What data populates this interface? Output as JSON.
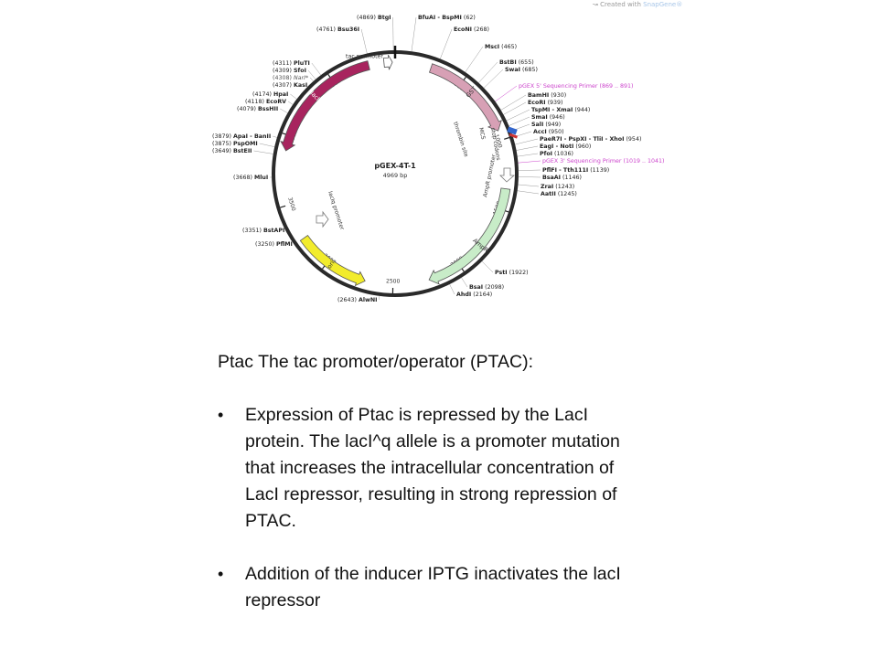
{
  "credit": {
    "prefix": "Created with",
    "brand": "SnapGene",
    "mark": "®"
  },
  "plasmid": {
    "name": "pGEX-4T-1",
    "size": "4969 bp",
    "total_bp": 4969,
    "ticks": [
      {
        "bp": 500,
        "label": "500"
      },
      {
        "bp": 1000,
        "label": "1000"
      },
      {
        "bp": 1500,
        "label": "1500"
      },
      {
        "bp": 2000,
        "label": "2000"
      },
      {
        "bp": 2500,
        "label": "2500"
      },
      {
        "bp": 3000,
        "label": "3000"
      },
      {
        "bp": 3500,
        "label": "3500"
      },
      {
        "bp": 4000,
        "label": "4000"
      },
      {
        "bp": 4500,
        "label": "4500"
      }
    ],
    "features": [
      {
        "id": "gst",
        "label": "GST",
        "start": 258,
        "end": 930,
        "dir": 1,
        "color": "#d7a0b5"
      },
      {
        "id": "ampr",
        "label": "AmpR",
        "start": 1350,
        "end": 2240,
        "dir": 1,
        "color": "#c8ecc8"
      },
      {
        "id": "ori",
        "label": "ori",
        "start": 2700,
        "end": 3240,
        "dir": -1,
        "color": "#f2ec2c"
      },
      {
        "id": "laci",
        "label": "lacI",
        "start": 3890,
        "end": 4780,
        "dir": -1,
        "color": "#a8245e"
      },
      {
        "id": "tac",
        "label": "tac promoter",
        "start": 4890,
        "end": 4950,
        "dir": 1,
        "color": "#ffffff"
      }
    ],
    "inner_labels": [
      {
        "id": "thrombin",
        "text": "thrombin site"
      },
      {
        "id": "mcs",
        "text": "MCS"
      },
      {
        "id": "stop",
        "text": "stop codons"
      },
      {
        "id": "ampr-promoter",
        "text": "AmpR promoter"
      },
      {
        "id": "laciq",
        "text": "lacIq promoter"
      }
    ],
    "sites_top": [
      {
        "pos": "(4869)",
        "name": "BtgI"
      },
      {
        "pos": "(4761)",
        "name": "Bsu36I"
      }
    ],
    "sites_top_right": [
      {
        "name": "BfuAI - BspMI",
        "pos": "(62)"
      },
      {
        "name": "EcoNI",
        "pos": "(268)"
      },
      {
        "name": "MscI",
        "pos": "(465)"
      },
      {
        "name": "BstBI",
        "pos": "(655)"
      },
      {
        "name": "SwaI",
        "pos": "(685)"
      }
    ],
    "sites_right": [
      {
        "name": "pGEX 5' Sequencing Primer",
        "pos": "(869 .. 891)",
        "primer": true
      },
      {
        "name": "BamHI",
        "pos": "(930)"
      },
      {
        "name": "EcoRI",
        "pos": "(939)"
      },
      {
        "name": "TspMI - XmaI",
        "pos": "(944)"
      },
      {
        "name": "SmaI",
        "pos": "(946)"
      },
      {
        "name": "SalI",
        "pos": "(949)"
      },
      {
        "name": "AccI",
        "pos": "(950)"
      },
      {
        "name": "PaeR7I - PspXI - TliI - XhoI",
        "pos": "(954)"
      },
      {
        "name": "EagI - NotI",
        "pos": "(960)"
      },
      {
        "name": "PfoI",
        "pos": "(1036)"
      },
      {
        "name": "pGEX 3' Sequencing Primer",
        "pos": "(1019 .. 1041)",
        "primer": true
      },
      {
        "name": "PflFI - Tth111I",
        "pos": "(1139)"
      },
      {
        "name": "BsaAI",
        "pos": "(1146)"
      },
      {
        "name": "ZraI",
        "pos": "(1243)"
      },
      {
        "name": "AatII",
        "pos": "(1245)"
      }
    ],
    "sites_bottom_right": [
      {
        "name": "PstI",
        "pos": "(1922)"
      },
      {
        "name": "BsaI",
        "pos": "(2098)"
      },
      {
        "name": "AhdI",
        "pos": "(2164)"
      }
    ],
    "sites_bottom": [
      {
        "pos": "(2643)",
        "name": "AlwNI"
      }
    ],
    "sites_left": [
      {
        "pos": "(4311)",
        "name": "PluTI"
      },
      {
        "pos": "(4309)",
        "name": "SfoI"
      },
      {
        "pos": "(4308)",
        "name": "NarI*",
        "italic": true
      },
      {
        "pos": "(4307)",
        "name": "KasI"
      },
      {
        "pos": "(4174)",
        "name": "HpaI"
      },
      {
        "pos": "(4118)",
        "name": "EcoRV"
      },
      {
        "pos": "(4079)",
        "name": "BssHII"
      },
      {
        "pos": "(3879)",
        "name": "ApaI - BanII"
      },
      {
        "pos": "(3875)",
        "name": "PspOMI"
      },
      {
        "pos": "(3649)",
        "name": "BstEII"
      },
      {
        "pos": "(3668)",
        "name": "MluI"
      },
      {
        "pos": "(3351)",
        "name": "BstAPI"
      },
      {
        "pos": "(3250)",
        "name": "PflMI"
      }
    ]
  },
  "text": {
    "heading": "Ptac The tac promoter/operator (PTAC):",
    "bullets": [
      "Expression of Ptac is repressed by the LacI protein. The lacI^q allele is a promoter mutation that increases the intracellular concentration of LacI repressor, resulting in strong repression of PTAC.",
      "Addition of the inducer IPTG inactivates the lacI repressor"
    ]
  },
  "colors": {
    "backbone": "#2a2a2a",
    "primer": "#cc44cc",
    "site_text": "#222222",
    "leader": "#9a9a9a"
  }
}
